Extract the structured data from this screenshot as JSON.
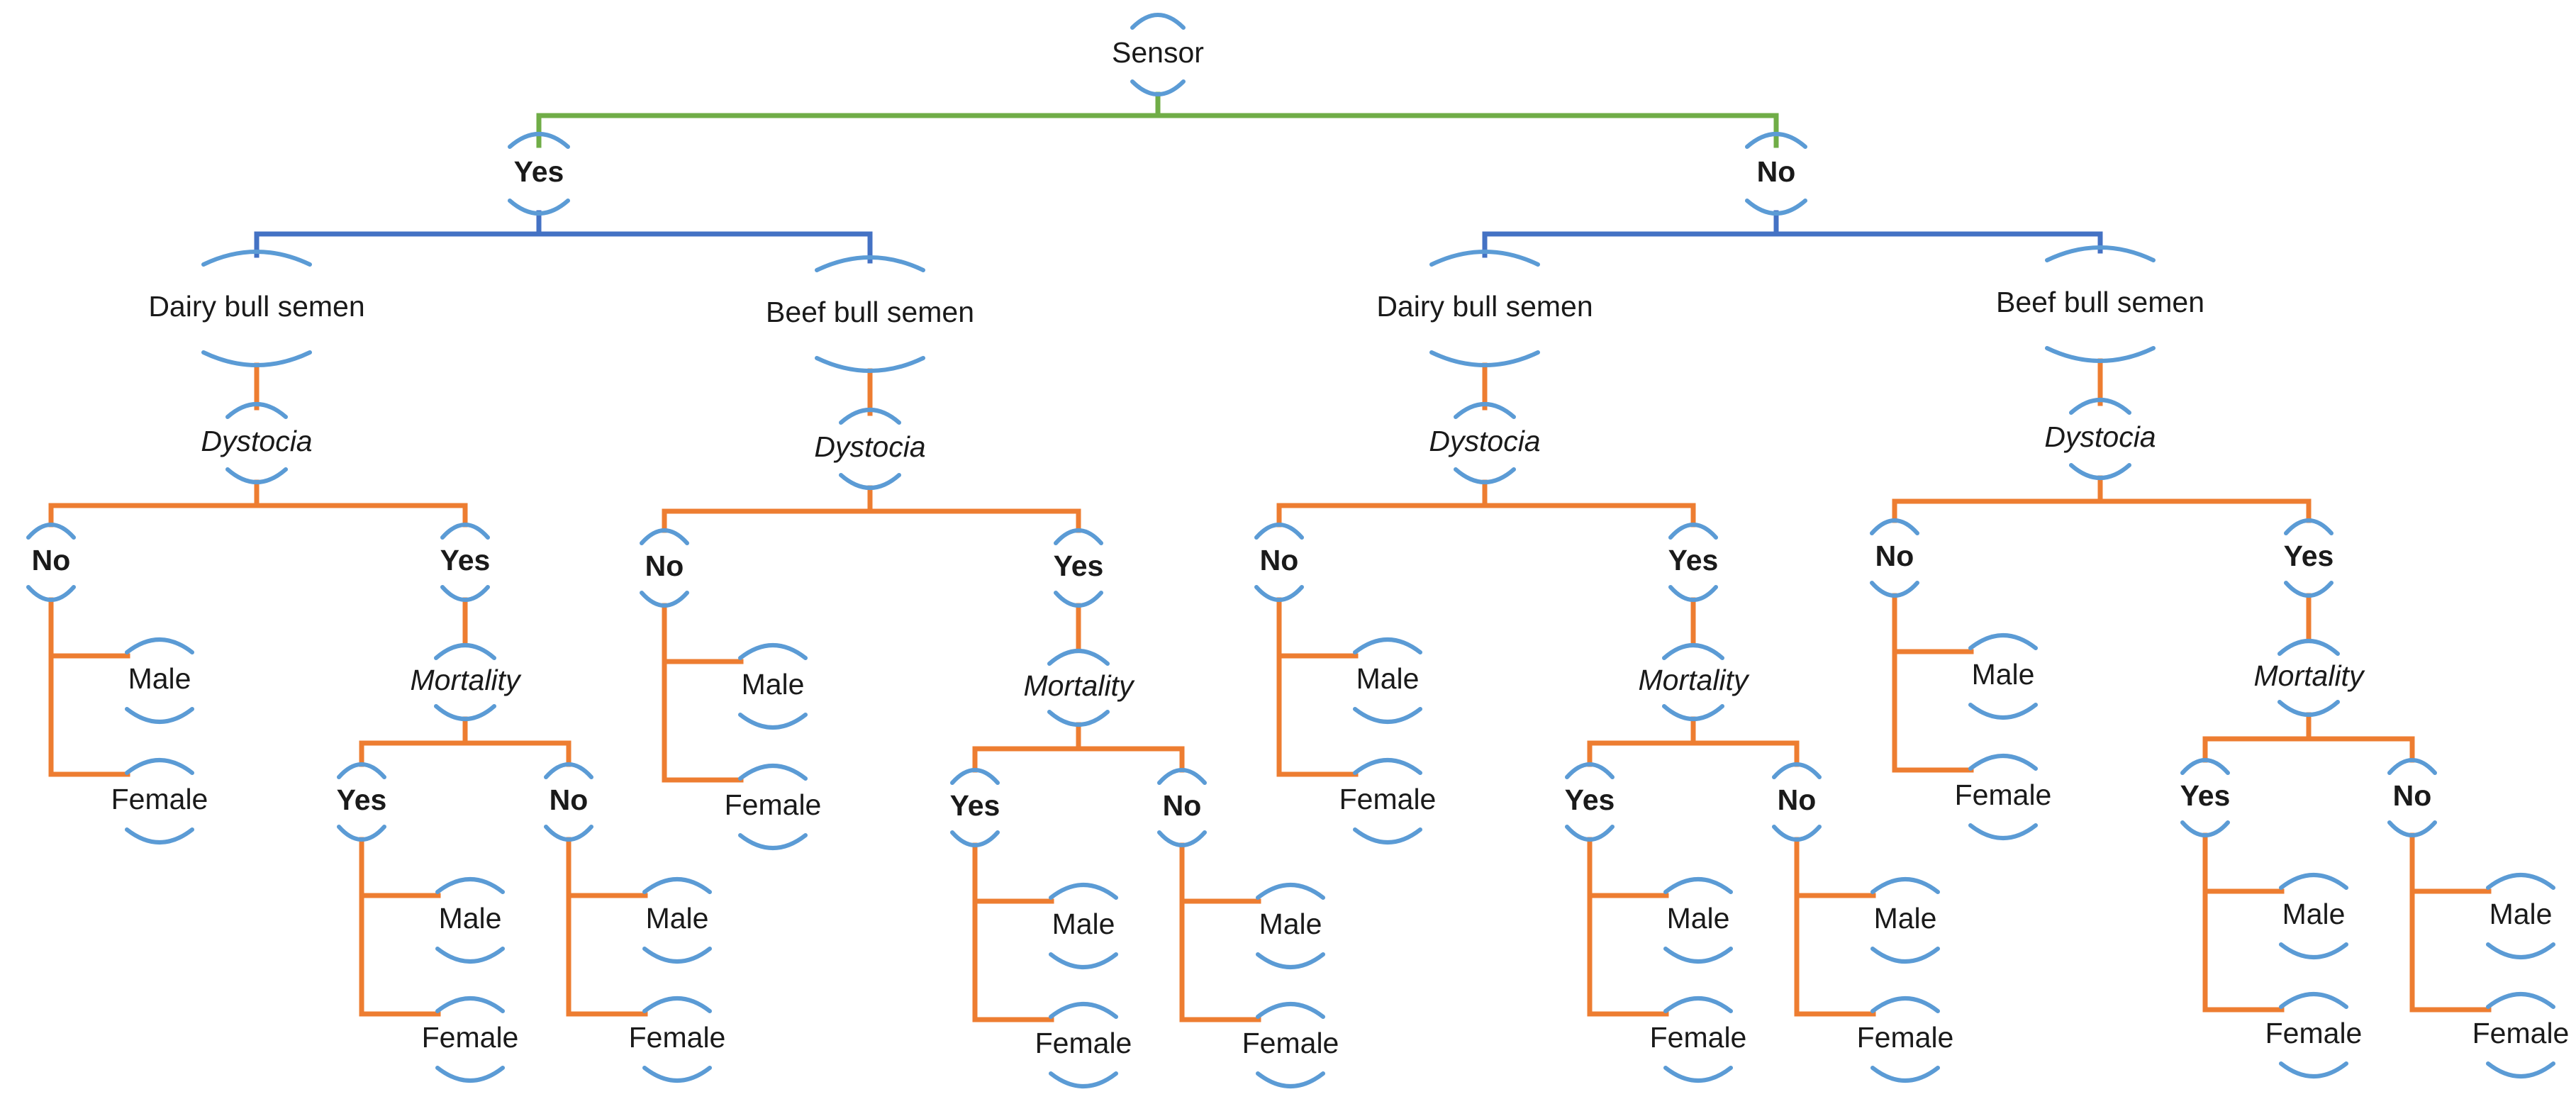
{
  "colors": {
    "root_connector": "#70ad47",
    "level1_connector": "#4472c4",
    "branch_connector": "#ed7d31",
    "node_bracket": "#5b9bd5",
    "text": "#1a1a1a"
  },
  "tree": {
    "label": "Sensor",
    "children": [
      {
        "label": "Yes",
        "children": [
          {
            "label": "Dairy bull semen",
            "children": [
              {
                "label": "Dystocia",
                "children": [
                  {
                    "label": "No",
                    "children": [
                      {
                        "label": "Male"
                      },
                      {
                        "label": "Female"
                      }
                    ]
                  },
                  {
                    "label": "Yes",
                    "children": [
                      {
                        "label": "Mortality",
                        "children": [
                          {
                            "label": "Yes",
                            "children": [
                              {
                                "label": "Male"
                              },
                              {
                                "label": "Female"
                              }
                            ]
                          },
                          {
                            "label": "No",
                            "children": [
                              {
                                "label": "Male"
                              },
                              {
                                "label": "Female"
                              }
                            ]
                          }
                        ]
                      }
                    ]
                  }
                ]
              }
            ]
          },
          {
            "label": "Beef bull semen",
            "children": [
              {
                "label": "Dystocia",
                "children": [
                  {
                    "label": "No",
                    "children": [
                      {
                        "label": "Male"
                      },
                      {
                        "label": "Female"
                      }
                    ]
                  },
                  {
                    "label": "Yes",
                    "children": [
                      {
                        "label": "Mortality",
                        "children": [
                          {
                            "label": "Yes",
                            "children": [
                              {
                                "label": "Male"
                              },
                              {
                                "label": "Female"
                              }
                            ]
                          },
                          {
                            "label": "No",
                            "children": [
                              {
                                "label": "Male"
                              },
                              {
                                "label": "Female"
                              }
                            ]
                          }
                        ]
                      }
                    ]
                  }
                ]
              }
            ]
          }
        ]
      },
      {
        "label": "No",
        "children": [
          {
            "label": "Dairy bull semen",
            "children": [
              {
                "label": "Dystocia",
                "children": [
                  {
                    "label": "No",
                    "children": [
                      {
                        "label": "Male"
                      },
                      {
                        "label": "Female"
                      }
                    ]
                  },
                  {
                    "label": "Yes",
                    "children": [
                      {
                        "label": "Mortality",
                        "children": [
                          {
                            "label": "Yes",
                            "children": [
                              {
                                "label": "Male"
                              },
                              {
                                "label": "Female"
                              }
                            ]
                          },
                          {
                            "label": "No",
                            "children": [
                              {
                                "label": "Male"
                              },
                              {
                                "label": "Female"
                              }
                            ]
                          }
                        ]
                      }
                    ]
                  }
                ]
              }
            ]
          },
          {
            "label": "Beef bull semen",
            "children": [
              {
                "label": "Dystocia",
                "children": [
                  {
                    "label": "No",
                    "children": [
                      {
                        "label": "Male"
                      },
                      {
                        "label": "Female"
                      }
                    ]
                  },
                  {
                    "label": "Yes",
                    "children": [
                      {
                        "label": "Mortality",
                        "children": [
                          {
                            "label": "Yes",
                            "children": [
                              {
                                "label": "Male"
                              },
                              {
                                "label": "Female"
                              }
                            ]
                          },
                          {
                            "label": "No",
                            "children": [
                              {
                                "label": "Male"
                              },
                              {
                                "label": "Female"
                              }
                            ]
                          }
                        ]
                      }
                    ]
                  }
                ]
              }
            ]
          }
        ]
      }
    ]
  }
}
